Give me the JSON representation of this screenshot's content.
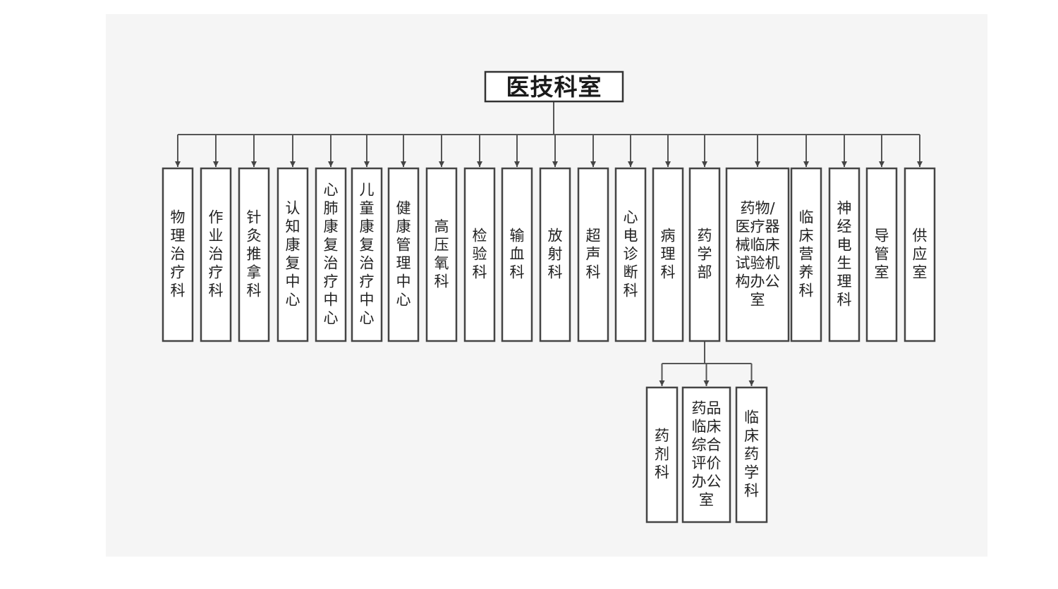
{
  "root": {
    "label": "医技科室"
  },
  "departments": [
    {
      "id": "physio",
      "label": "物理治疗科"
    },
    {
      "id": "occupational",
      "label": "作业治疗科"
    },
    {
      "id": "acupuncture",
      "label": "针灸推拿科"
    },
    {
      "id": "cognitive",
      "label": "认知康复中心"
    },
    {
      "id": "cardiopulmonary",
      "label": "心肺康复治疗中心"
    },
    {
      "id": "pediatric",
      "label": "儿童康复治疗中心"
    },
    {
      "id": "health-mgmt",
      "label": "健康管理中心"
    },
    {
      "id": "hyperbaric",
      "label": "高压氧科"
    },
    {
      "id": "laboratory",
      "label": "检验科"
    },
    {
      "id": "transfusion",
      "label": "输血科"
    },
    {
      "id": "radiology",
      "label": "放射科"
    },
    {
      "id": "ultrasound",
      "label": "超声科"
    },
    {
      "id": "ecg",
      "label": "心电诊断科"
    },
    {
      "id": "pathology",
      "label": "病理科"
    },
    {
      "id": "pharmacy",
      "label": "药学部"
    },
    {
      "id": "clinical-trial",
      "label": "药物/医疗器械临床试验机构办公室"
    },
    {
      "id": "nutrition",
      "label": "临床营养科"
    },
    {
      "id": "neuro",
      "label": "神经电生理科"
    },
    {
      "id": "catheter",
      "label": "导管室"
    },
    {
      "id": "supply",
      "label": "供应室"
    }
  ],
  "pharmacy_children": [
    {
      "id": "dispensary",
      "label": "药剂科"
    },
    {
      "id": "drug-eval",
      "label": "药品临床综合评价办公室"
    },
    {
      "id": "clinical-pharmacy",
      "label": "临床药学科"
    }
  ]
}
